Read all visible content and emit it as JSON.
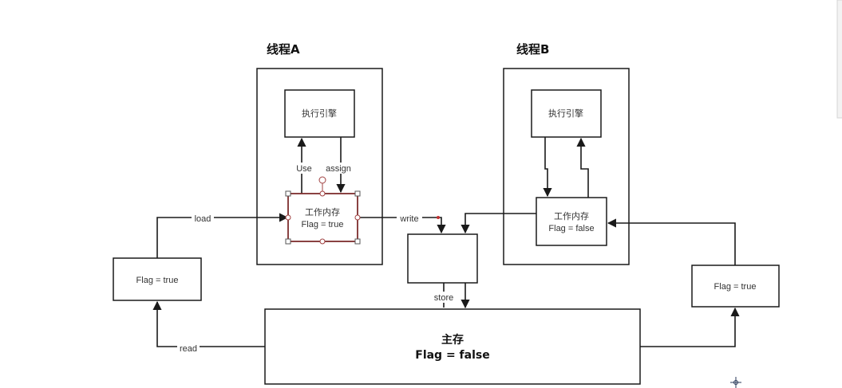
{
  "thread_a": {
    "title": "线程A",
    "engine": "执行引擎",
    "memory_line1": "工作内存",
    "memory_line2": "Flag = true"
  },
  "thread_b": {
    "title": "线程B",
    "engine": "执行引擎",
    "memory_line1": "工作内存",
    "memory_line2": "Flag = false"
  },
  "main_memory": {
    "line1": "主存",
    "line2": "Flag = false"
  },
  "left_copy": {
    "text": "Flag = true"
  },
  "right_copy": {
    "text": "Flag = true"
  },
  "labels": {
    "use": "Use",
    "assign": "assign",
    "load": "load",
    "write": "write",
    "store": "store",
    "read": "read"
  },
  "colors": {
    "stroke": "#1a1a1a",
    "selection": "#8a3030"
  }
}
